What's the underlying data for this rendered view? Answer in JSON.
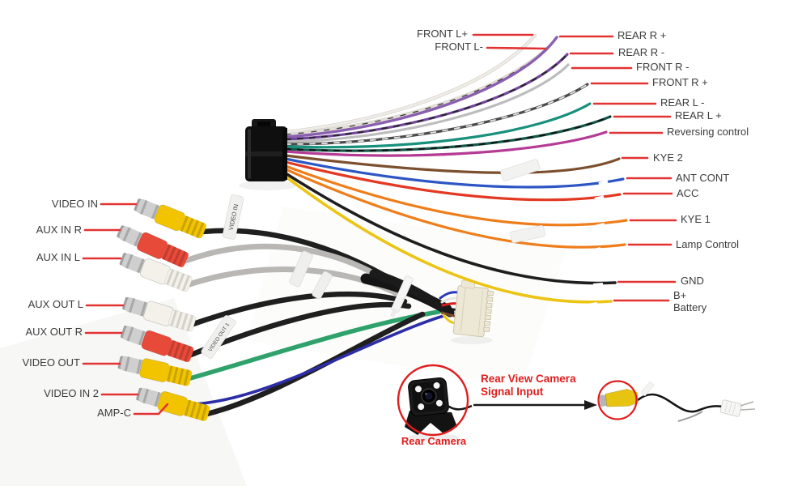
{
  "colors": {
    "leader_line": "#e23333",
    "camera_accent": "#e01d1d",
    "label_text": "#3c3c3c"
  },
  "wires": {
    "right": [
      {
        "label": "FRONT L+",
        "color": "#efece7"
      },
      {
        "label": "FRONT L-",
        "color": "#e3dfd8"
      },
      {
        "label": "REAR R +",
        "color": "#8a5fb0"
      },
      {
        "label": "REAR R -",
        "color": "#74479c"
      },
      {
        "label": "FRONT R -",
        "color": "#bdbdbd"
      },
      {
        "label": "FRONT R +",
        "color": "#4a4a4a"
      },
      {
        "label": "REAR L -",
        "color": "#17907c"
      },
      {
        "label": "REAR L +",
        "color": "#14584a"
      },
      {
        "label": "Reversing control",
        "color": "#b53b95"
      },
      {
        "label": "KYE 2",
        "color": "#7c4f2e"
      },
      {
        "label": "ANT CONT",
        "color": "#2d56c4"
      },
      {
        "label": "ACC",
        "color": "#e33822"
      },
      {
        "label": "KYE 1",
        "color": "#ef7d1a"
      },
      {
        "label": "Lamp Control",
        "color": "#ef7d1a"
      },
      {
        "label": "GND",
        "color": "#1e1e1e"
      },
      {
        "label": "B+\nBattery",
        "color": "#ecc414"
      }
    ]
  },
  "left": [
    {
      "label": "VIDEO IN",
      "connector": "#f2c400",
      "cable": "#1f1f1f"
    },
    {
      "label": "AUX IN R",
      "connector": "#e84a3a",
      "cable": "#b9b7b4"
    },
    {
      "label": "AUX  IN L",
      "connector": "#f4f1ea",
      "cable": "#b9b7b4"
    },
    {
      "label": "AUX OUT L",
      "connector": "#f4f1ea",
      "cable": "#1f1f1f"
    },
    {
      "label": "AUX OUT R",
      "connector": "#e84a3a",
      "cable": "#1f1f1f"
    },
    {
      "label": "VIDEO OUT",
      "connector": "#f2c400",
      "cable": "#2fa26b"
    },
    {
      "label": "VIDEO IN 2",
      "connector": "#f2c400",
      "cable": "#1f1f1f"
    },
    {
      "label": "AMP-C",
      "wire": "#2d2da8"
    }
  ],
  "camera": {
    "heading": "Rear View Camera\nSignal Input",
    "caption": "Rear Camera",
    "plug_color": "#e8c412"
  },
  "cable_tags": {
    "video_in": "VIDEO IN",
    "video_out": "VIDEO OUT 1"
  }
}
